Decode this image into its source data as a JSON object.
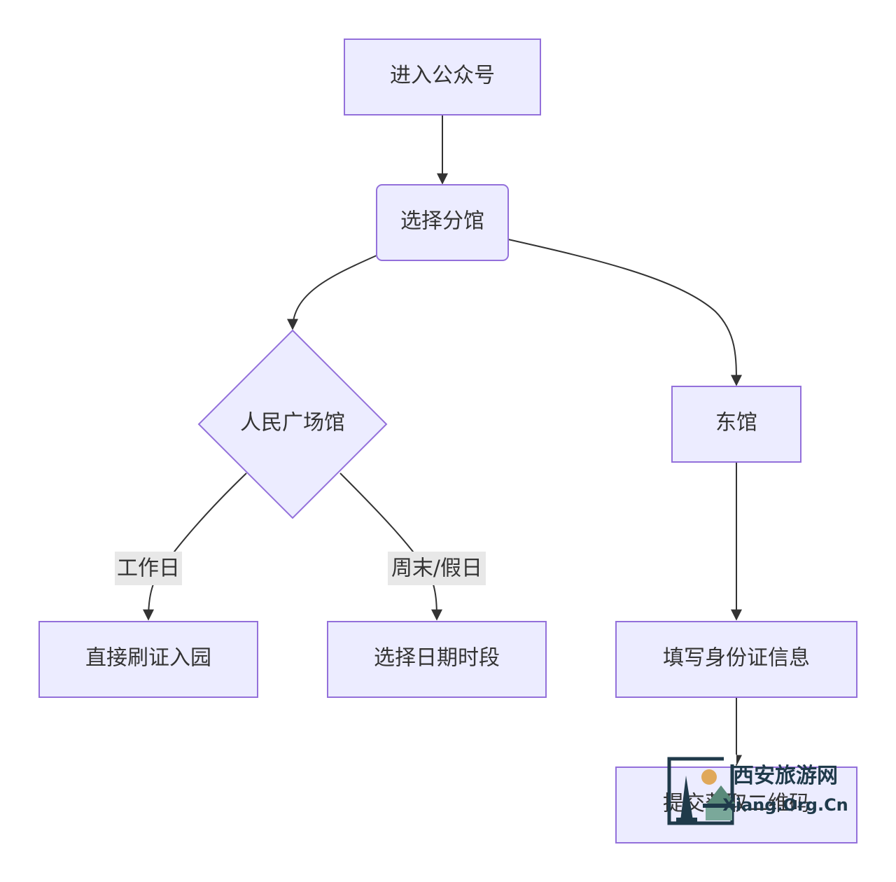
{
  "nodes": {
    "enter": "进入公众号",
    "choose_branch": "选择分馆",
    "peoples_square": "人民广场馆",
    "east": "东馆",
    "direct_entry": "直接刷证入园",
    "choose_date": "选择日期时段",
    "fill_id": "填写身份证信息",
    "submit": "提交获取二维码"
  },
  "edge_labels": {
    "weekday": "工作日",
    "weekend": "周末/假日"
  },
  "watermark": {
    "line1": "西安旅游网",
    "line2": "Xiang.Org.Cn"
  },
  "colors": {
    "node_fill": "#ECECFF",
    "node_stroke": "#9370DB",
    "edge": "#333333",
    "label_bg": "#e8e8e8"
  }
}
